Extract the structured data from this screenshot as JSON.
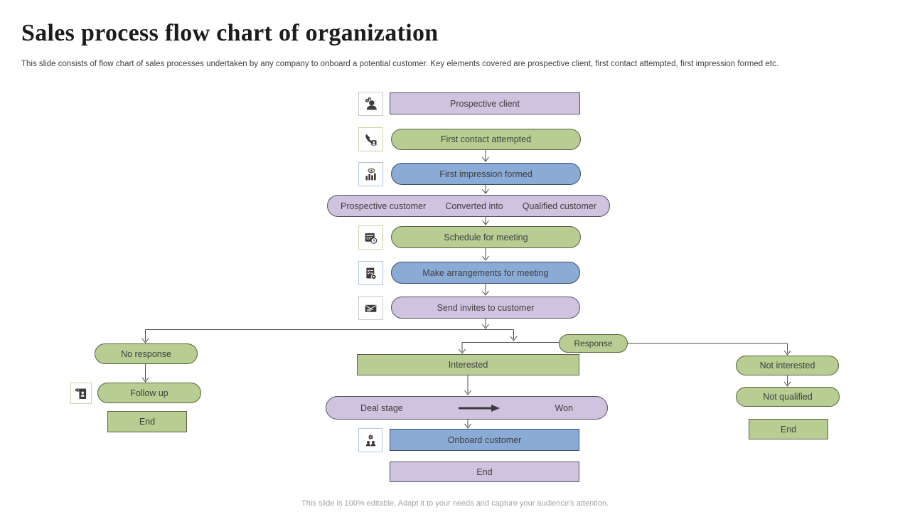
{
  "slide": {
    "title": "Sales process flow chart of organization",
    "subtitle": "This slide consists of flow chart of sales processes undertaken by any company to onboard a potential customer. Key elements covered are prospective client, first contact attempted, first impression formed etc.",
    "footer": "This slide is 100% editable. Adapt it to your needs and capture your audience's attention."
  },
  "colors": {
    "lavender": "#cfc3df",
    "green": "#b7cd92",
    "blue": "#8aabd5",
    "outline": "#4d4d4d",
    "node_text": "#3f3f3f",
    "footer_text": "#a3a3a3"
  },
  "nodes": {
    "prospective_client": "Prospective client",
    "first_contact": "First contact attempted",
    "first_impression": "First impression formed",
    "converted_left": "Prospective customer",
    "converted_mid": "Converted into",
    "converted_right": "Qualified customer",
    "schedule": "Schedule for meeting",
    "make_arrangements": "Make arrangements for meeting",
    "send_invites": "Send invites to customer",
    "no_response": "No response",
    "follow_up": "Follow up",
    "end_left": "End",
    "interested": "Interested",
    "response": "Response",
    "deal_stage": "Deal stage",
    "won": "Won",
    "onboard": "Onboard customer",
    "end_center": "End",
    "not_interested": "Not interested",
    "not_qualified": "Not qualified",
    "end_right": "End"
  },
  "icons": {
    "prospective_client": "person-money-icon",
    "first_contact": "phone-contact-icon",
    "first_impression": "chart-eye-icon",
    "schedule": "calendar-clock-icon",
    "make_arrangements": "checklist-gear-icon",
    "send_invites": "envelope-icon",
    "follow_up": "clipboard-person-icon",
    "onboard": "team-gear-icon"
  }
}
